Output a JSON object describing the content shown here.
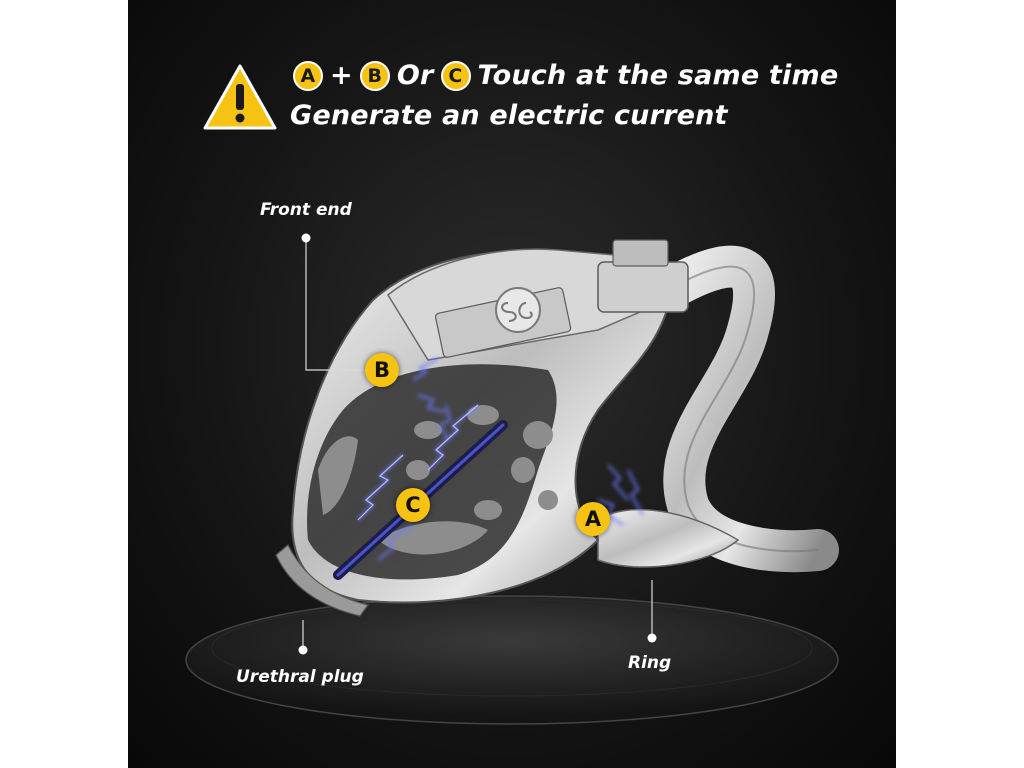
{
  "headline": {
    "letter_a": "A",
    "plus": "+",
    "letter_b": "B",
    "or_text": "Or",
    "letter_c": "C",
    "line1_tail": "Touch at the same time",
    "line2": "Generate an electric current"
  },
  "callouts": {
    "front_end": "Front end",
    "urethral_plug": "Urethral plug",
    "ring": "Ring"
  },
  "contact_points": {
    "a": "A",
    "b": "B",
    "c": "C"
  },
  "icons": [
    "warning-icon",
    "logo-emblem-icon"
  ],
  "colors": {
    "accent_yellow": "#f6c312",
    "spark_blue": "#5f6bff",
    "background": "#141414"
  }
}
